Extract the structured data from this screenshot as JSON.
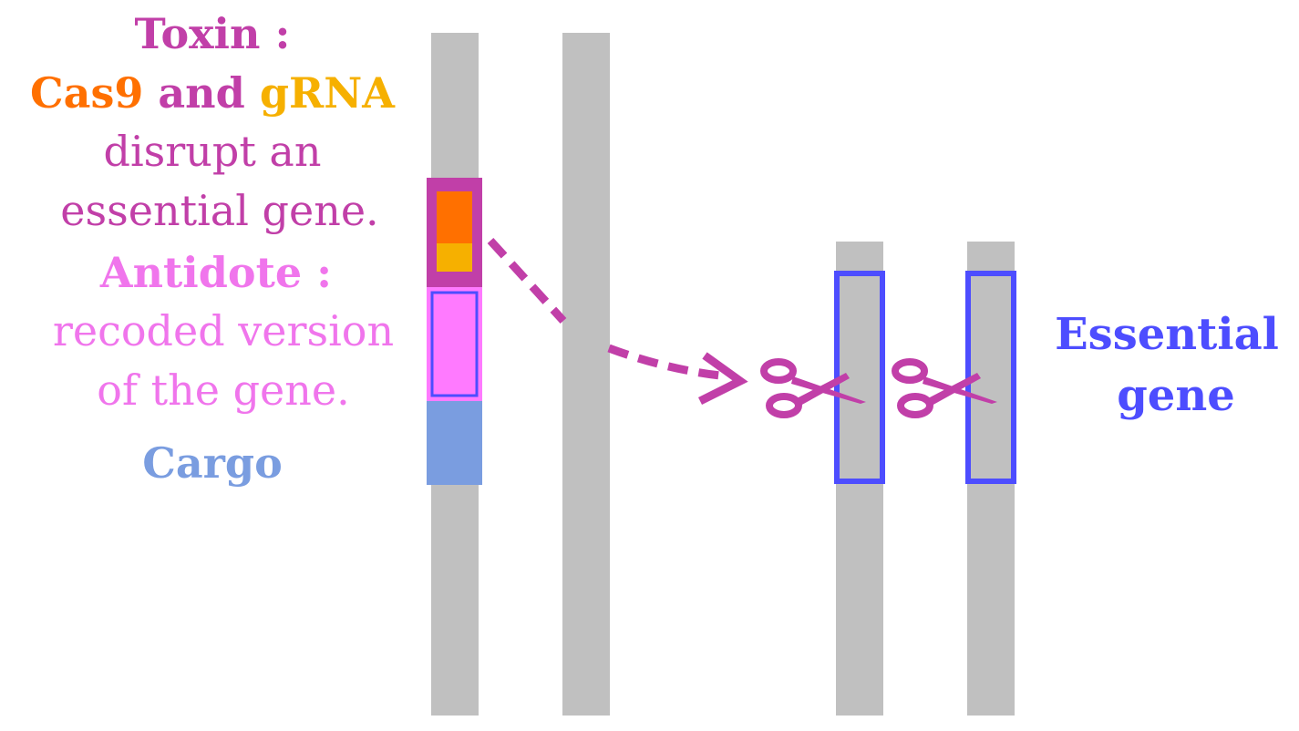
{
  "legend": {
    "toxin_label": "Toxin :",
    "cas9": "Cas9",
    "and_word": "and",
    "grna": "gRNA",
    "toxin_desc_line1": "disrupt an",
    "toxin_desc_line2": "essential gene.",
    "antidote_label": "Antidote :",
    "antidote_desc_line1": "recoded version",
    "antidote_desc_line2": "of the gene.",
    "cargo_label": "Cargo"
  },
  "target": {
    "label_line1": "Essential",
    "label_line2": "gene"
  },
  "colors": {
    "toxin": "#c13fa8",
    "cas9": "#ff7000",
    "grna": "#f6b000",
    "antidote": "#f075ec",
    "antidote_fill": "#ff7aff",
    "cargo": "#7a9de0",
    "essential": "#4d4dff",
    "chromosome": "#c0c0c0"
  },
  "icons": [
    "scissors-icon",
    "dashed-arrow"
  ]
}
